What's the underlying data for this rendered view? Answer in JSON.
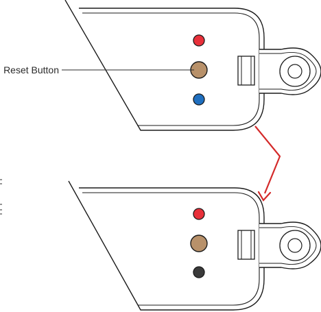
{
  "callout": {
    "label": "Reset Button"
  },
  "colors": {
    "outline": "#1a1a1a",
    "led_red": "#e8303a",
    "led_blue": "#1f6fbf",
    "led_off": "#3a3a3a",
    "reset_button": "#b8916a",
    "arrow": "#d42a2a"
  },
  "devices": [
    {
      "state": "before",
      "indicators": [
        "red-led",
        "reset-button",
        "blue-led"
      ]
    },
    {
      "state": "after",
      "indicators": [
        "red-led",
        "reset-button",
        "off-led"
      ]
    }
  ],
  "margin_marks": [
    "",
    ""
  ]
}
